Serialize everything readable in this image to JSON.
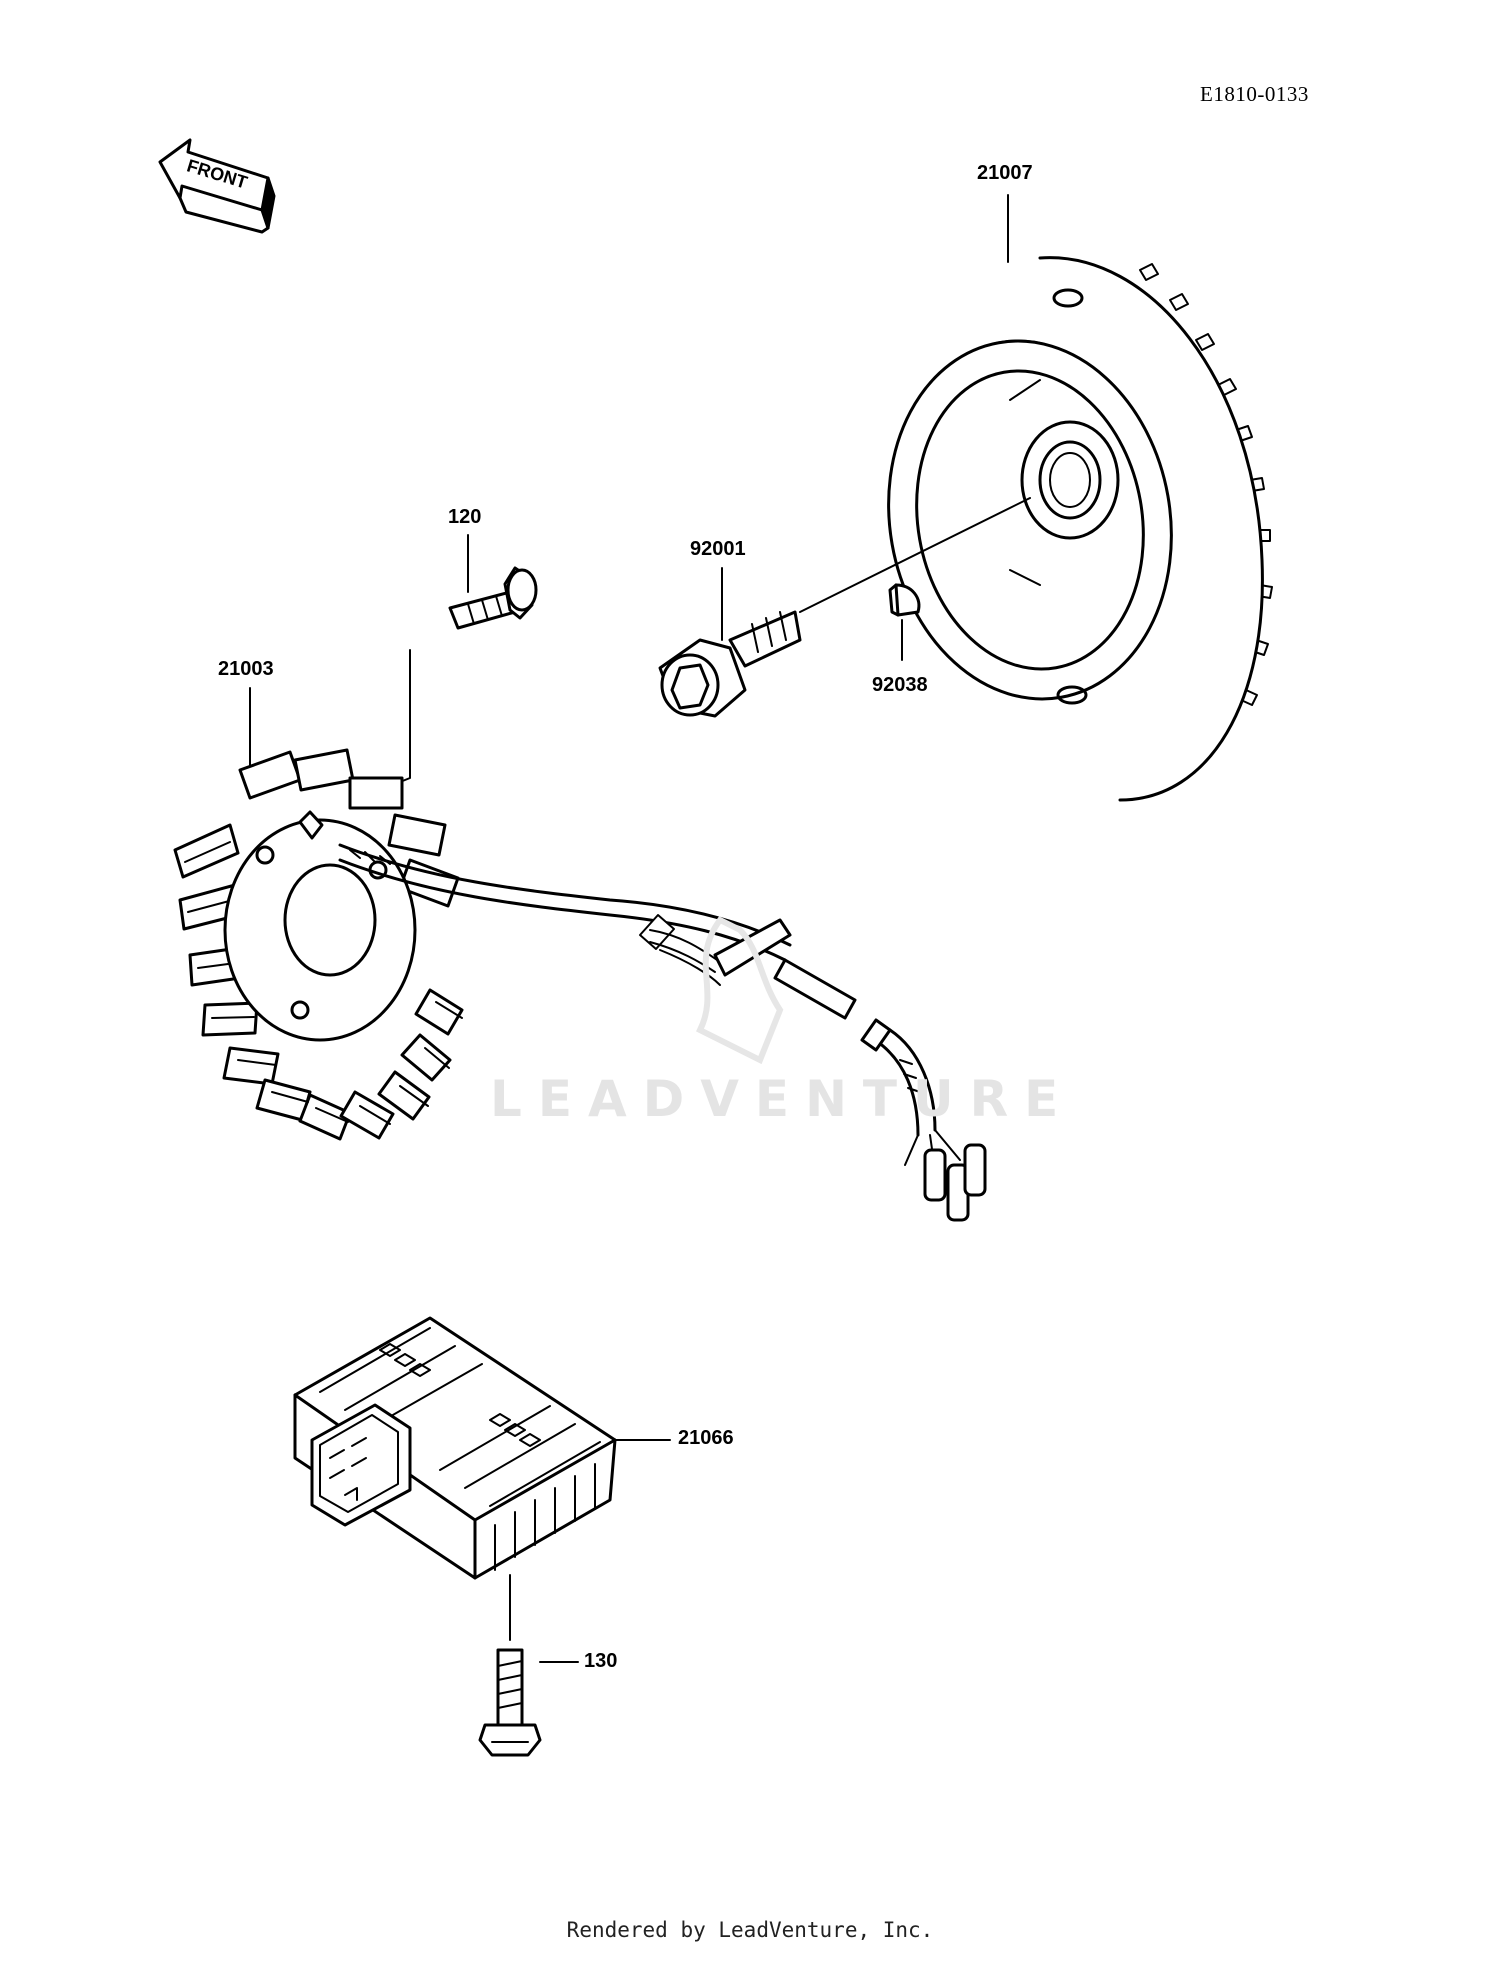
{
  "diagram_code": "E1810-0133",
  "direction_arrow_label": "FRONT",
  "watermark_text": "LEADVENTURE",
  "footer_text": "Rendered by LeadVenture, Inc.",
  "parts": [
    {
      "key": "flywheel",
      "number": "21007"
    },
    {
      "key": "stator-screw",
      "number": "120"
    },
    {
      "key": "flywheel-bolt",
      "number": "92001"
    },
    {
      "key": "woodruff-key",
      "number": "92038"
    },
    {
      "key": "stator",
      "number": "21003"
    },
    {
      "key": "regulator",
      "number": "21066"
    },
    {
      "key": "regulator-bolt",
      "number": "130"
    }
  ]
}
